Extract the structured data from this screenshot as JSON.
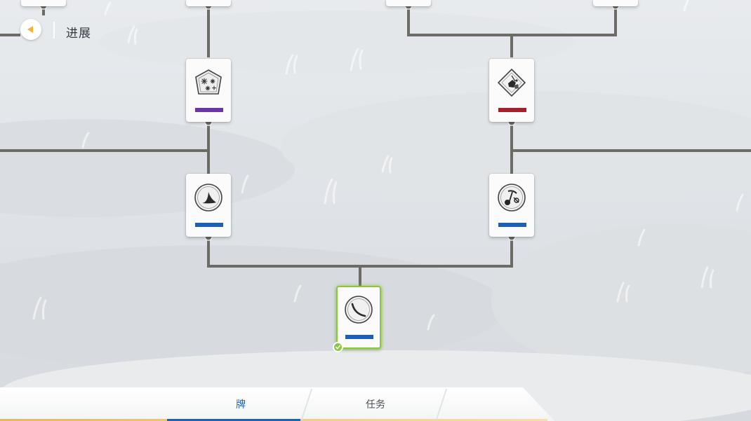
{
  "header": {
    "title": "进展",
    "back_icon": "back-arrow-icon",
    "accent_color": "#f0b43c"
  },
  "tree": {
    "line_color": "#6c6c66",
    "cards": [
      {
        "id": "card-top-left-1",
        "state": "partial"
      },
      {
        "id": "card-top-left-2",
        "state": "partial"
      },
      {
        "id": "card-top-right-1",
        "state": "partial"
      },
      {
        "id": "card-top-right-2",
        "state": "partial"
      },
      {
        "id": "card-snowflakes",
        "icon": "snowflakes-pentagon-icon",
        "bar_color": "#6a35a8"
      },
      {
        "id": "card-diamond-rocks",
        "icon": "diamond-rocks-icon",
        "bar_color": "#a81e26"
      },
      {
        "id": "card-fin",
        "icon": "shark-fin-icon",
        "bar_color": "#1d5fb0"
      },
      {
        "id": "card-pickaxe",
        "icon": "pickaxe-ore-icon",
        "bar_color": "#1d5fb0"
      },
      {
        "id": "card-curve",
        "icon": "curved-line-icon",
        "bar_color": "#1d5fb0",
        "state": "selected",
        "completed": true
      }
    ],
    "completed_color": "#8cc63f"
  },
  "tabs": [
    {
      "label": "牌",
      "active": true
    },
    {
      "label": "任务",
      "active": false
    }
  ],
  "tab_active_color": "#1f63ad"
}
